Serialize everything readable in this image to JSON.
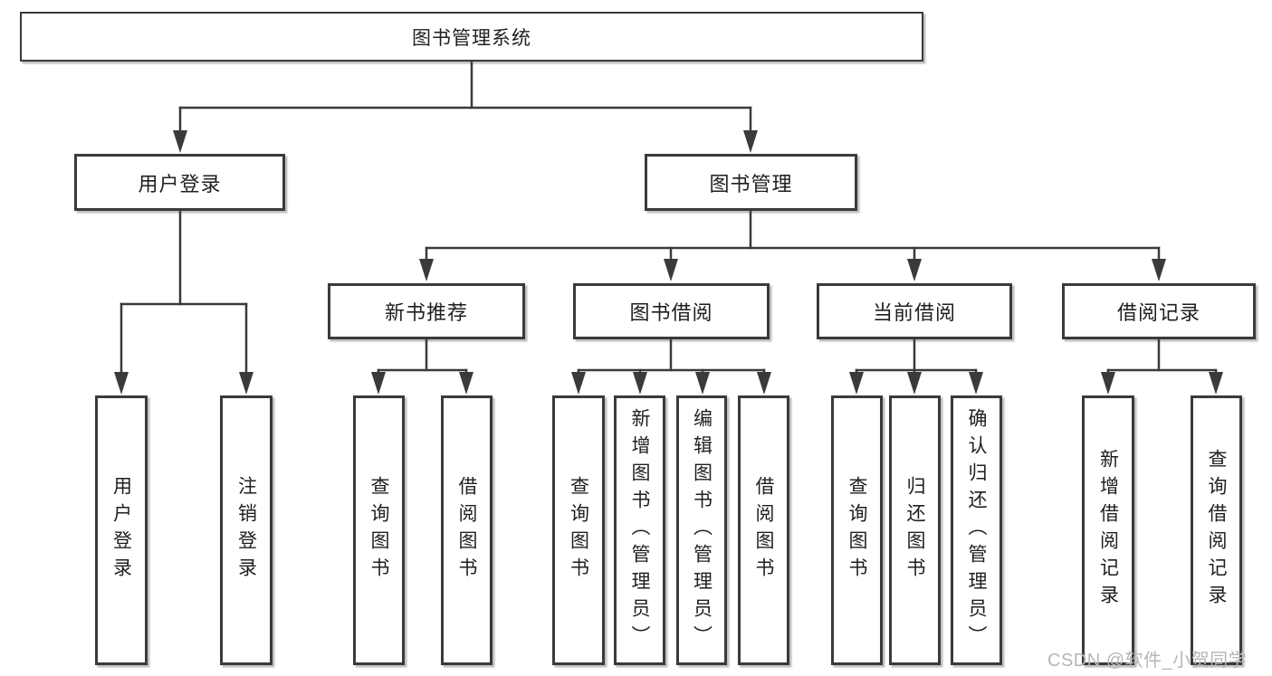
{
  "diagram": {
    "root": {
      "label": "图书管理系统",
      "children": [
        {
          "label": "用户登录",
          "children": [
            {
              "label": "用户登录"
            },
            {
              "label": "注销登录"
            }
          ]
        },
        {
          "label": "图书管理",
          "children": [
            {
              "label": "新书推荐",
              "children": [
                {
                  "label": "查询图书"
                },
                {
                  "label": "借阅图书"
                }
              ]
            },
            {
              "label": "图书借阅",
              "children": [
                {
                  "label": "查询图书"
                },
                {
                  "label": "新增图书（管理员）"
                },
                {
                  "label": "编辑图书（管理员）"
                },
                {
                  "label": "借阅图书"
                }
              ]
            },
            {
              "label": "当前借阅",
              "children": [
                {
                  "label": "查询图书"
                },
                {
                  "label": "归还图书"
                },
                {
                  "label": "确认归还（管理员）"
                }
              ]
            },
            {
              "label": "借阅记录",
              "children": [
                {
                  "label": "新增借阅记录"
                },
                {
                  "label": "查询借阅记录"
                }
              ]
            }
          ]
        }
      ]
    }
  },
  "watermark": "CSDN @软件_小贺同学",
  "colors": {
    "line": "#3a3a3a",
    "text": "#1f1f1f",
    "box_background": "#ffffff",
    "watermark": "#b6b6b6"
  }
}
